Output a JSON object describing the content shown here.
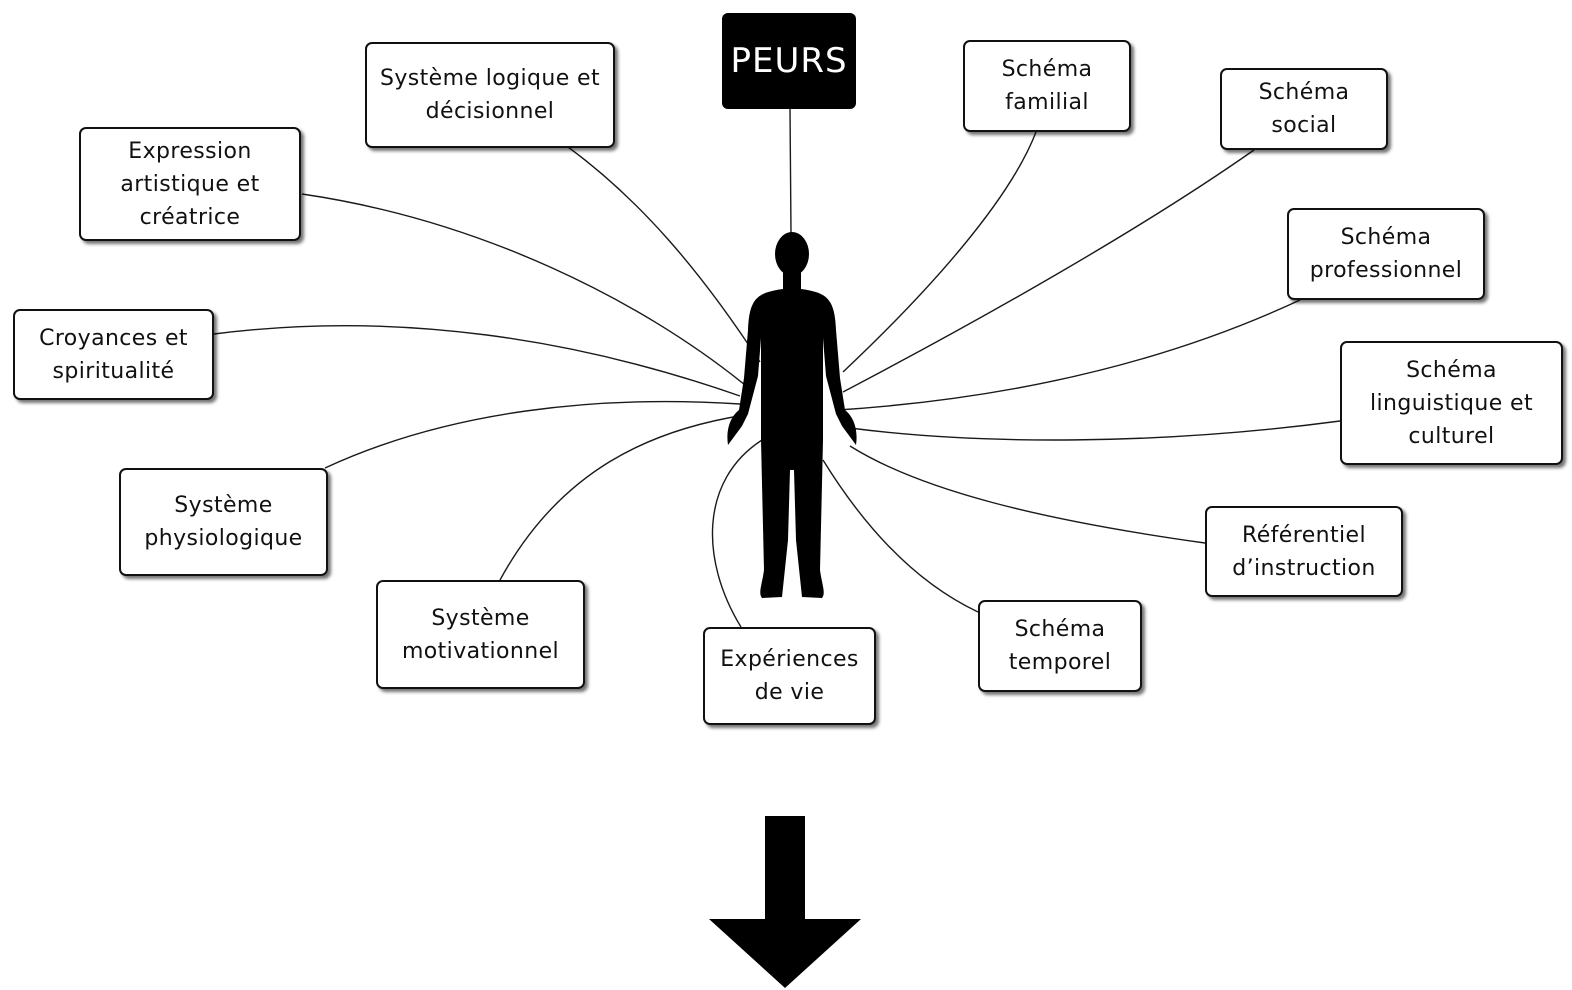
{
  "title": "PEURS",
  "nodes": [
    {
      "id": "expression",
      "label": "Expression\nartistique et\ncréatrice"
    },
    {
      "id": "logique",
      "label": "Système logique et\ndécisionnel"
    },
    {
      "id": "familial",
      "label": "Schéma\nfamilial"
    },
    {
      "id": "social",
      "label": "Schéma\nsocial"
    },
    {
      "id": "professionnel",
      "label": "Schéma\nprofessionnel"
    },
    {
      "id": "croyances",
      "label": "Croyances et\nspiritualité"
    },
    {
      "id": "linguistique",
      "label": "Schéma\nlinguistique et\nculturel"
    },
    {
      "id": "physiologique",
      "label": "Système\nphysiologique"
    },
    {
      "id": "referentiel",
      "label": "Référentiel\nd’instruction"
    },
    {
      "id": "motivationnel",
      "label": "Système\nmotivationnel"
    },
    {
      "id": "experiences",
      "label": "Expériences\nde vie"
    },
    {
      "id": "temporel",
      "label": "Schéma\ntemporel"
    }
  ]
}
